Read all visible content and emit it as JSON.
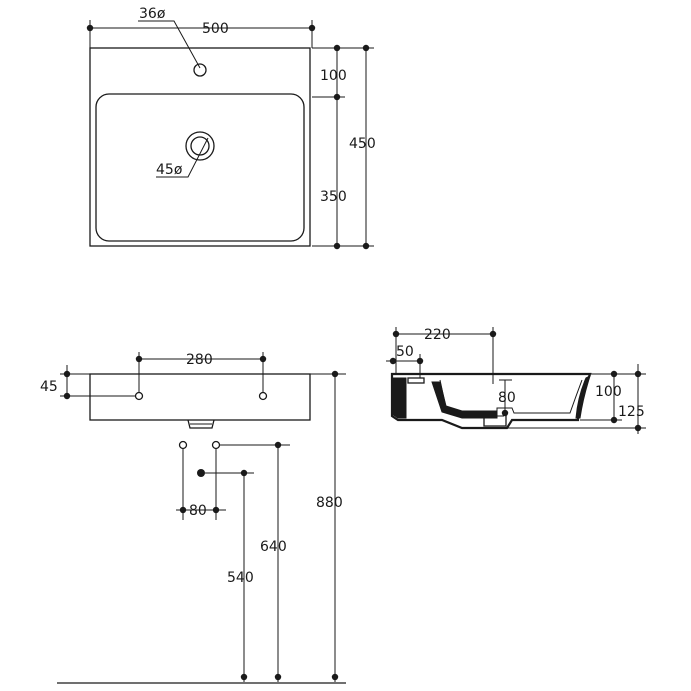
{
  "top_view": {
    "width": "500",
    "tap_hole": "36ø",
    "waste_hole": "45ø",
    "back_depth": "100",
    "bowl_depth": "350",
    "total_depth": "450"
  },
  "front_view": {
    "hole_spacing": "280",
    "hole_offset": "45",
    "pipe_spacing": "80",
    "waste_height": "540",
    "supply_height": "640",
    "rim_height": "880"
  },
  "side_view": {
    "waste_offset": "220",
    "wall_offset": "50",
    "bowl_depth": "80",
    "rim_height": "100",
    "total_height": "125"
  }
}
